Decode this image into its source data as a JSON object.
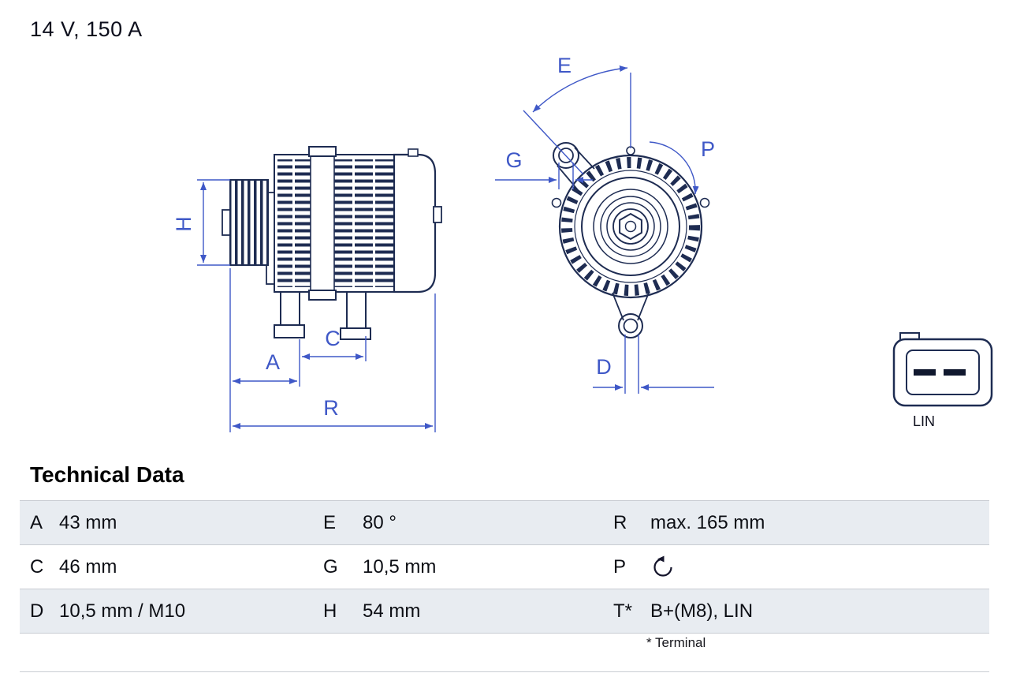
{
  "header": {
    "rating": "14 V, 150 A"
  },
  "diagram": {
    "labels": {
      "H": "H",
      "A": "A",
      "C": "C",
      "R": "R",
      "E": "E",
      "G": "G",
      "P": "P",
      "D": "D"
    },
    "connector_label": "LIN",
    "colors": {
      "drawing_line": "#1e2c52",
      "dimension_blue": "#3f58c7",
      "table_stripe": "#e8ecf1",
      "table_border": "#c8ccd2"
    }
  },
  "technical_data": {
    "title": "Technical Data",
    "rows": [
      {
        "cells": [
          {
            "key": "A",
            "value": "43 mm"
          },
          {
            "key": "E",
            "value": "80 °"
          },
          {
            "key": "R",
            "value": "max. 165 mm"
          }
        ]
      },
      {
        "cells": [
          {
            "key": "C",
            "value": "46 mm"
          },
          {
            "key": "G",
            "value": "10,5 mm"
          },
          {
            "key": "P",
            "value": "",
            "icon": "rotation-ccw-icon"
          }
        ]
      },
      {
        "cells": [
          {
            "key": "D",
            "value": "10,5 mm / M10"
          },
          {
            "key": "H",
            "value": "54 mm"
          },
          {
            "key": "T*",
            "value": "B+(M8), LIN"
          }
        ]
      }
    ],
    "footnote": "* Terminal"
  }
}
